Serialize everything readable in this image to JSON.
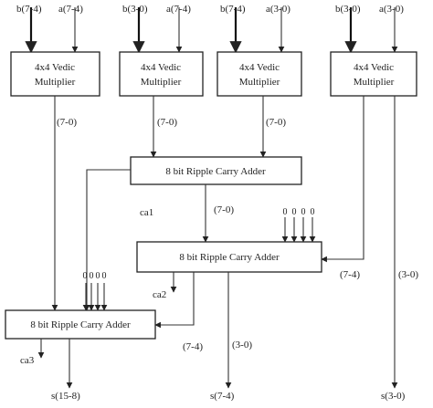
{
  "diagram": {
    "multipliers": [
      {
        "line1": "4x4 Vedic",
        "line2": "Multiplier",
        "input_b": "b(7-4)",
        "input_a": "a(7-4)",
        "output": "(7-0)"
      },
      {
        "line1": "4x4 Vedic",
        "line2": "Multiplier",
        "input_b": "b(3-0)",
        "input_a": "a(7-4)",
        "output": "(7-0)"
      },
      {
        "line1": "4x4 Vedic",
        "line2": "Multiplier",
        "input_b": "b(7-4)",
        "input_a": "a(3-0)",
        "output": "(7-0)"
      },
      {
        "line1": "4x4 Vedic",
        "line2": "Multiplier",
        "input_b": "b(3-0)",
        "input_a": "a(3-0)"
      }
    ],
    "adder1": {
      "label": "8 bit Ripple Carry Adder",
      "carry": "ca1",
      "output": "(7-0)"
    },
    "adder2": {
      "label": "8 bit Ripple Carry Adder",
      "carry": "ca2",
      "zeros": [
        "0",
        "0",
        "0",
        "0"
      ],
      "input_upper": "(7-4)",
      "input_lower": "(3-0)"
    },
    "adder3": {
      "label": "8 bit Ripple Carry Adder",
      "carry": "ca3",
      "zeros": [
        "0",
        "0",
        "0",
        "0"
      ],
      "input_upper": "(7-4)",
      "input_lower": "(3-0)"
    },
    "outputs": {
      "s_high": "s(15-8)",
      "s_mid": "s(7-4)",
      "s_low": "s(3-0)"
    }
  }
}
